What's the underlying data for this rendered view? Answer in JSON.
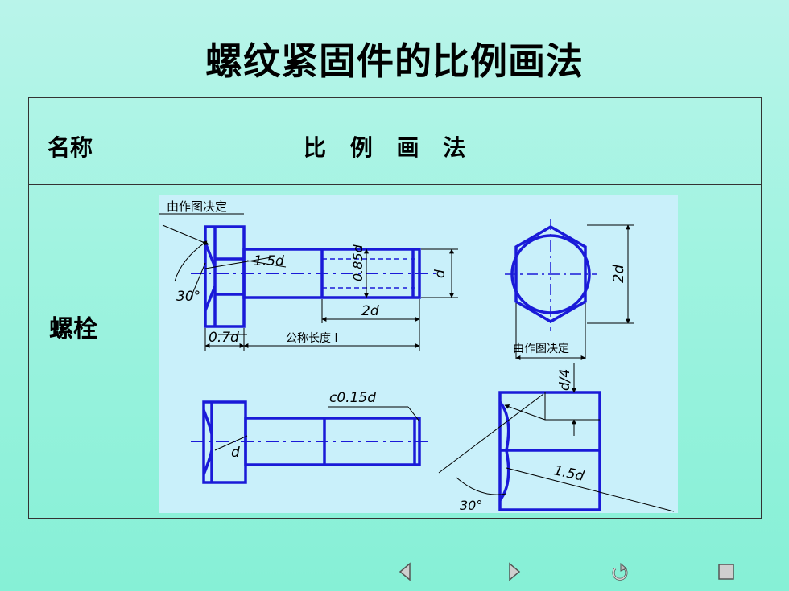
{
  "slide": {
    "title": "螺纹紧固件的比例画法"
  },
  "table": {
    "header_name": "名称",
    "header_method": "比 例 画 法",
    "row_name": "螺栓"
  },
  "drawing": {
    "label_determine_1": "由作图决定",
    "label_1_5d_a": "1.5d",
    "label_30_a": "30°",
    "label_0_85d": "0.85d",
    "label_d_a": "d",
    "label_2d_a": "2d",
    "label_0_7d": "0.7d",
    "label_nominal_length": "公称长度 l",
    "label_2d_b": "2d",
    "label_determine_2": "由作图决定",
    "label_c0_15d": "c0.15d",
    "label_d_b": "d",
    "label_d4": "d/4",
    "label_1_5d_b": "1.5d",
    "label_30_b": "30°"
  },
  "colors": {
    "line": "#1a1ad8",
    "dim": "#000000",
    "drawing_bg": "#c9f0fa"
  },
  "nav": [
    "prev-arrow-icon",
    "next-arrow-icon",
    "return-icon",
    "stop-icon"
  ]
}
